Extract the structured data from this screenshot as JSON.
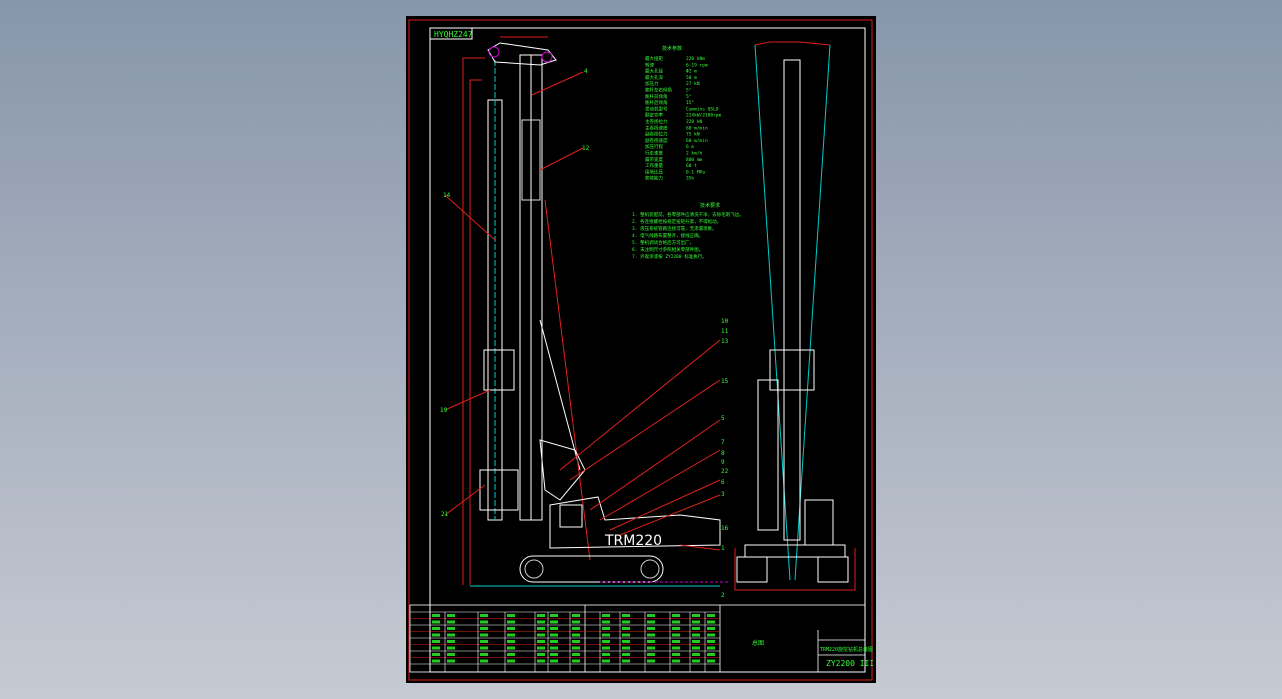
{
  "drawing": {
    "stamp": "HYQHZ247",
    "model_label": "TRM220",
    "spec_title": "技术参数",
    "specs": [
      {
        "k": "最大扭矩",
        "v": "220 kNm"
      },
      {
        "k": "转速",
        "v": "6-19 rpm"
      },
      {
        "k": "最大孔径",
        "v": "Φ2 m"
      },
      {
        "k": "最大孔深",
        "v": "58 m"
      },
      {
        "k": "加压力",
        "v": "27 kN"
      },
      {
        "k": "桅杆左右倾角",
        "v": "5°"
      },
      {
        "k": "桅杆前倾角",
        "v": "5°"
      },
      {
        "k": "桅杆后倾角",
        "v": "15°"
      },
      {
        "k": "发动机型号",
        "v": "Cummins QSL9"
      },
      {
        "k": "额定功率",
        "v": "224kW/2100rpm"
      },
      {
        "k": "主卷扬拉力",
        "v": "220 kN"
      },
      {
        "k": "主卷扬速度",
        "v": "60 m/min"
      },
      {
        "k": "副卷扬拉力",
        "v": "75 kN"
      },
      {
        "k": "副卷扬速度",
        "v": "60 m/min"
      },
      {
        "k": "加压行程",
        "v": "6 m"
      },
      {
        "k": "行走速度",
        "v": "2 km/h"
      },
      {
        "k": "履带宽度",
        "v": "800 mm"
      },
      {
        "k": "工作重量",
        "v": "68 t"
      },
      {
        "k": "接地比压",
        "v": "0.1 MPa"
      },
      {
        "k": "爬坡能力",
        "v": "35%"
      }
    ],
    "notes_title": "技术要求",
    "notes": [
      "1. 整机装配前，各零部件应清洗干净，去除毛刺飞边。",
      "2. 各连接螺栓按规定扭矩拧紧，不得松动。",
      "3. 液压系统管路连接可靠，无渗漏现象。",
      "4. 电气线路布置整齐，接线正确。",
      "5. 整机调试合格后方可出厂。",
      "6. 未注明尺寸参照相关零部件图。",
      "7. 外观涂漆按 ZY2200 标准执行。"
    ],
    "title_block": {
      "drawing_title": "TRM220旋挖钻机总装图",
      "drawing_number": "ZY2200 III",
      "label_assembly": "总图"
    },
    "balloons": [
      "4",
      "12",
      "10",
      "11",
      "13",
      "15",
      "5",
      "7",
      "8",
      "9",
      "22",
      "6",
      "3",
      "1",
      "16",
      "2",
      "14",
      "19",
      "21"
    ]
  }
}
